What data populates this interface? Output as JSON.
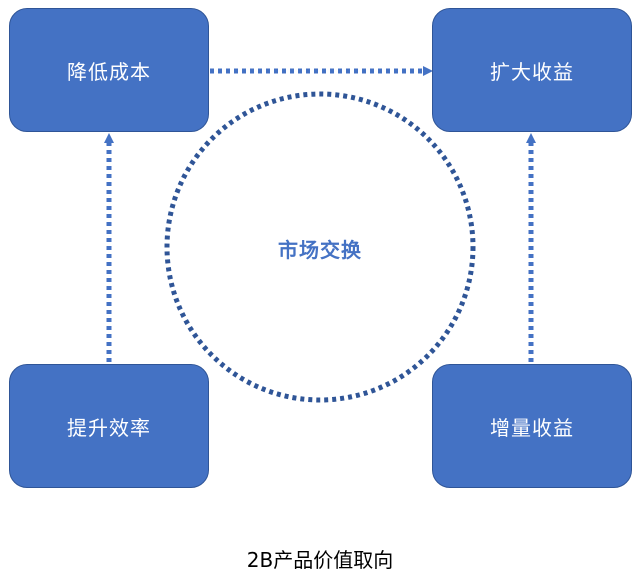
{
  "diagram": {
    "nodes": {
      "reduce_cost": "降低成本",
      "expand_revenue": "扩大收益",
      "improve_efficiency": "提升效率",
      "incremental_revenue": "增量收益"
    },
    "center_label": "市场交换",
    "caption": "2B产品价值取向",
    "edges": [
      {
        "from": "提升效率",
        "to": "降低成本"
      },
      {
        "from": "降低成本",
        "to": "扩大收益"
      },
      {
        "from": "增量收益",
        "to": "扩大收益"
      }
    ]
  },
  "colors": {
    "box_fill": "#4472c4",
    "box_border": "#2f5597",
    "arrow": "#4472c4",
    "circle": "#2f5597",
    "center_text": "#4472c4"
  }
}
